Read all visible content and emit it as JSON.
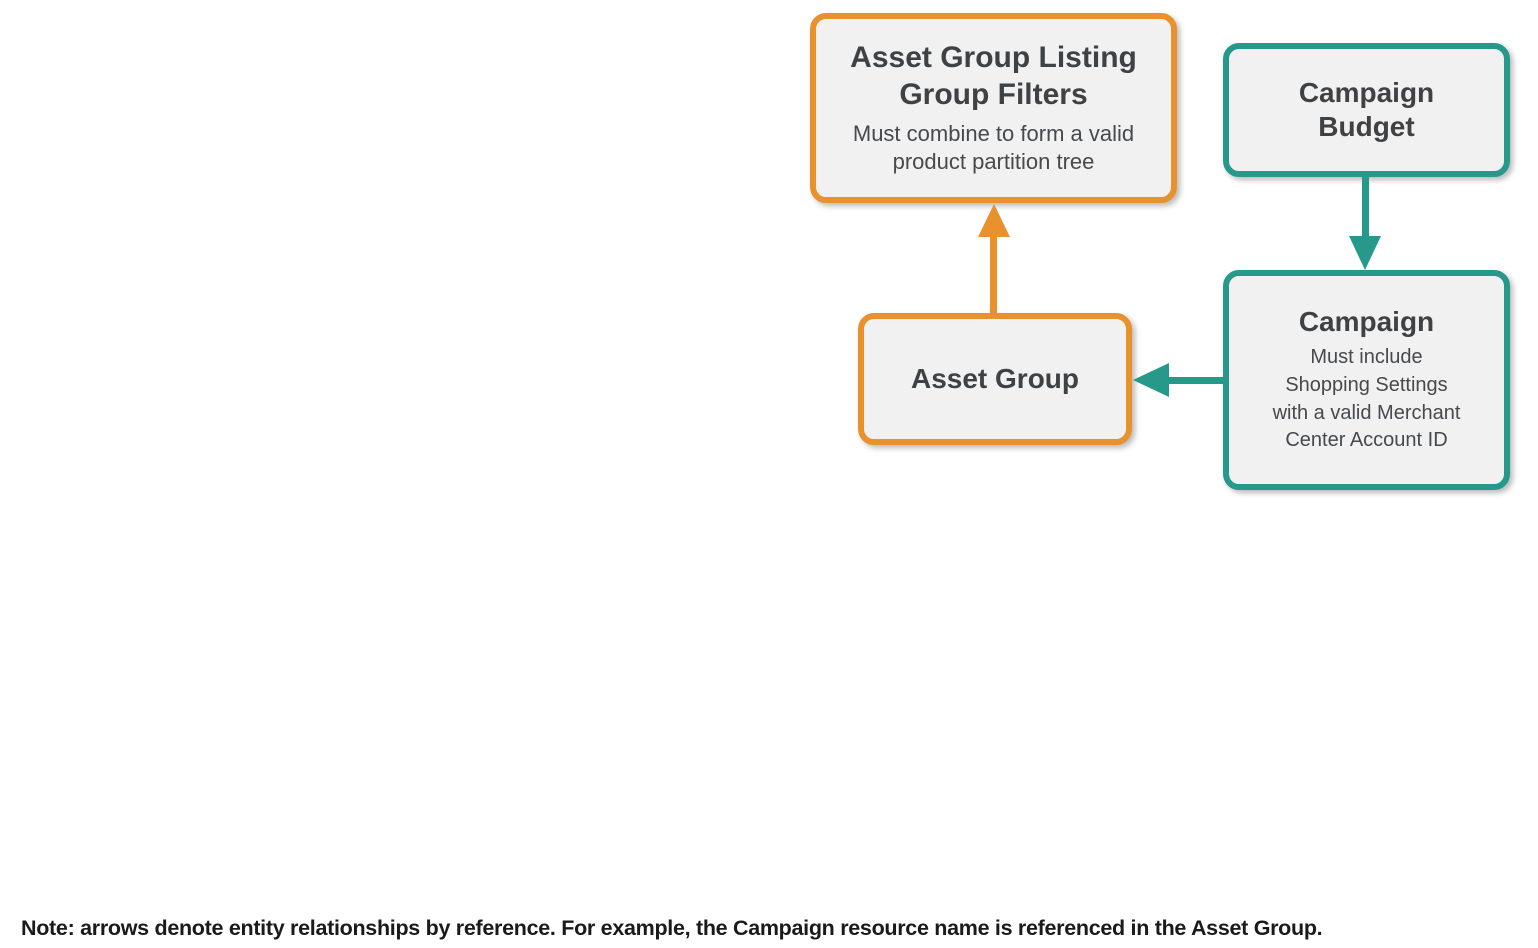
{
  "colors": {
    "orange": "#E8912D",
    "teal": "#26998A",
    "box_fill": "#F1F1F1",
    "title_text": "#3E4245",
    "body_text": "#46494D",
    "note_text": "#1A1A1A",
    "background": "#FFFFFF"
  },
  "nodes": {
    "listing_filters": {
      "title": "Asset Group Listing\nGroup Filters",
      "subtitle": "Must combine to form a valid\nproduct partition tree",
      "border_color": "#E8912D"
    },
    "campaign_budget": {
      "title": "Campaign\nBudget",
      "border_color": "#26998A"
    },
    "campaign": {
      "title": "Campaign",
      "subtitle": "Must include\nShopping Settings\nwith a valid Merchant\nCenter Account ID",
      "border_color": "#26998A"
    },
    "asset_group": {
      "title": "Asset Group",
      "border_color": "#E8912D"
    }
  },
  "arrows": [
    {
      "from": "asset_group",
      "to": "listing_filters",
      "color": "#E8912D",
      "direction": "up"
    },
    {
      "from": "campaign_budget",
      "to": "campaign",
      "color": "#26998A",
      "direction": "down"
    },
    {
      "from": "campaign",
      "to": "asset_group",
      "color": "#26998A",
      "direction": "left"
    }
  ],
  "note": "Note: arrows denote entity relationships by reference. For example, the Campaign resource name is referenced in the Asset Group."
}
